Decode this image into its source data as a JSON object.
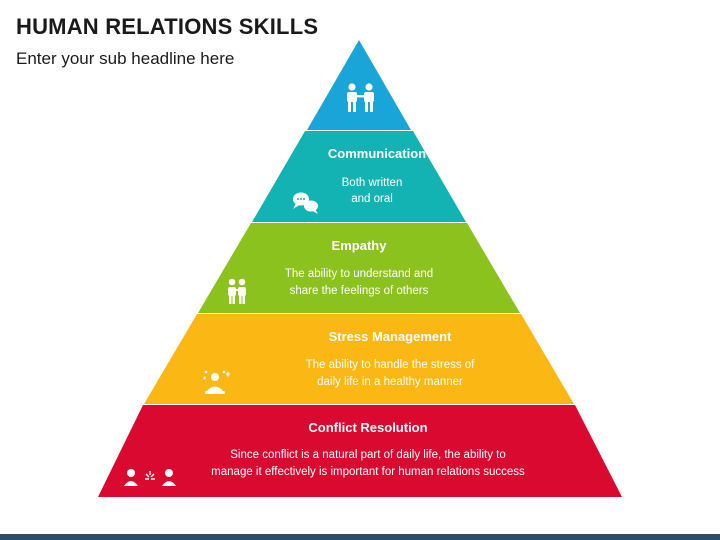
{
  "header": {
    "title": "HUMAN RELATIONS SKILLS",
    "subtitle": "Enter your sub headline here"
  },
  "pyramid": {
    "tiers": [
      {
        "id": "top",
        "color": "#1aa5d9",
        "icon": "two-people-icon",
        "title": "",
        "desc": []
      },
      {
        "id": "communication",
        "color": "#13b3b4",
        "icon": "chat-bubbles-icon",
        "title": "Communication",
        "desc": [
          "Both written",
          "and oral"
        ]
      },
      {
        "id": "empathy",
        "color": "#8cc21d",
        "icon": "people-support-icon",
        "title": "Empathy",
        "desc": [
          "The ability to understand and",
          "share the feelings of others"
        ]
      },
      {
        "id": "stress",
        "color": "#fbb714",
        "icon": "relaxing-person-icon",
        "title": "Stress Management",
        "desc": [
          "The ability to handle the stress of",
          "daily life in a healthy manner"
        ]
      },
      {
        "id": "conflict",
        "color": "#d9092f",
        "icon": "conflict-icon",
        "title": "Conflict Resolution",
        "desc": [
          "Since conflict is a natural part of daily life, the ability to",
          "manage it effectively is important for human relations success"
        ]
      }
    ]
  },
  "footer": {
    "bar_color": "#2f4d66"
  }
}
